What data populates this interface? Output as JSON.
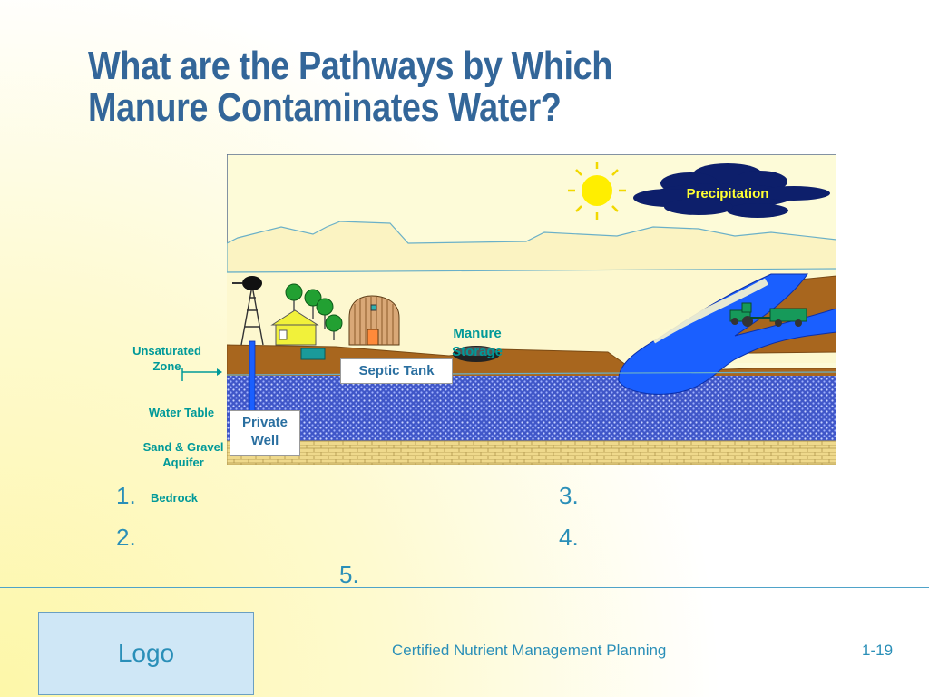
{
  "slide": {
    "title_line1": "What are the Pathways by Which",
    "title_line2": "Manure Contaminates Water?"
  },
  "diagram": {
    "precipitation": "Precipitation",
    "manure_storage_line1": "Manure",
    "manure_storage_line2": "Storage",
    "septic_tank": "Septic Tank",
    "private_well_line1": "Private",
    "private_well_line2": "Well",
    "unsaturated_zone_line1": "Unsaturated",
    "unsaturated_zone_line2": "Zone",
    "water_table": "Water Table",
    "aquifer_line1": "Sand & Gravel",
    "aquifer_line2": "Aquifer",
    "bedrock": "Bedrock"
  },
  "list": {
    "item1": "1.",
    "item2": "2.",
    "item3": "3.",
    "item4": "4.",
    "item5": "5."
  },
  "footer": {
    "logo": "Logo",
    "course": "Certified Nutrient Management Planning",
    "page": "1-19"
  },
  "colors": {
    "title": "#336699",
    "label_teal": "#009999",
    "accent_blue": "#2a8fb8",
    "soil": "#a8661e",
    "water": "#1a5fff",
    "sky": "#fdfbd8"
  }
}
